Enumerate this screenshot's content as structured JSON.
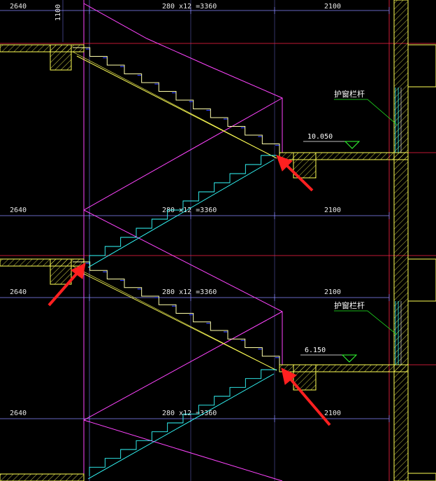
{
  "drawing": {
    "dimensions": {
      "left_span": "2640",
      "stair_span": "280 x12 =3360",
      "right_span": "2100",
      "top_vertical": "1100"
    },
    "elevations": [
      "10.050",
      "6.150"
    ],
    "annotation": "护窗栏杆",
    "colors": {
      "background": "#000000",
      "slab_outline": "#ffff55",
      "stair_line": "#ffffaa",
      "section_outline": "#ff44ff",
      "projected_flight": "#33ffff",
      "step_nosing": "#3344ff",
      "axis_line": "#ff2244",
      "dimension_line": "#8888ff",
      "leader_line": "#22ee22",
      "arrow_callout": "#ff2020"
    }
  }
}
